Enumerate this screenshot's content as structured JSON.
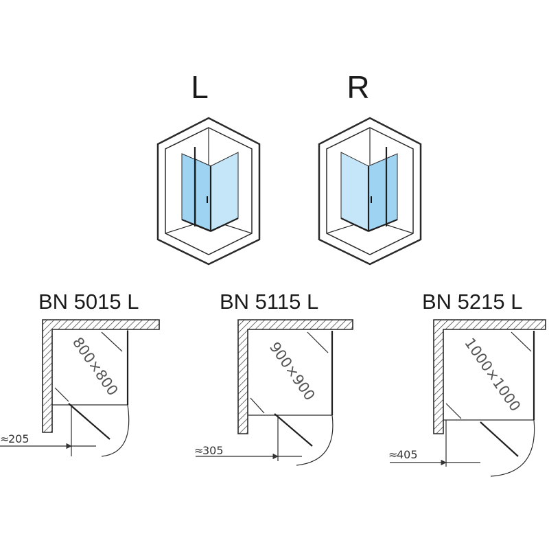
{
  "orientations": [
    {
      "label": "L",
      "side": "left"
    },
    {
      "label": "R",
      "side": "right"
    }
  ],
  "models": [
    {
      "name": "BN 5015 L",
      "size": "800×800",
      "offset": "205",
      "approx_prefix": "≈"
    },
    {
      "name": "BN 5115 L",
      "size": "900×900",
      "offset": "305",
      "approx_prefix": "≈"
    },
    {
      "name": "BN 5215 L",
      "size": "1000×1000",
      "offset": "405",
      "approx_prefix": "≈"
    }
  ],
  "colors": {
    "glass": "#9fd3f2",
    "glass_light": "#c4e6f8",
    "line": "#2a2a2a"
  }
}
